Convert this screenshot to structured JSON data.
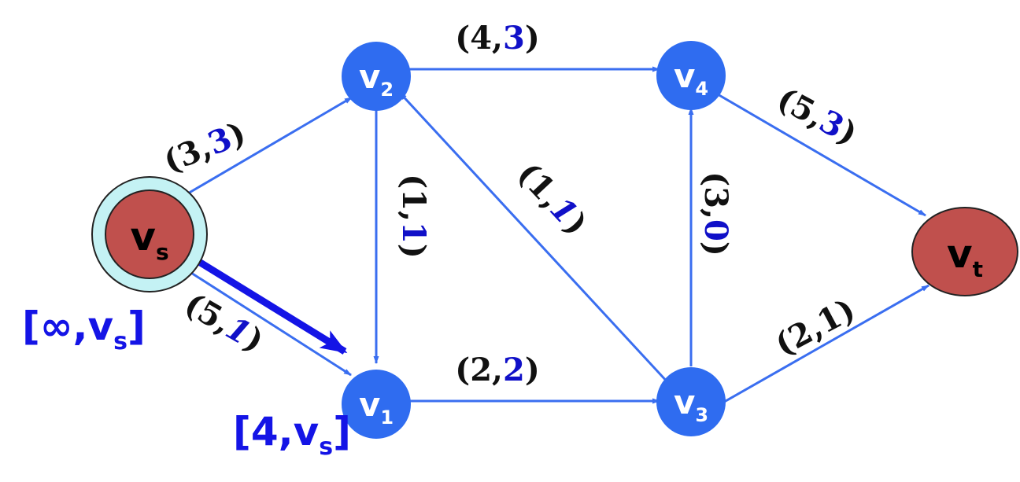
{
  "colors": {
    "edge": "#3a6ef0",
    "node_blue": "#2f6cf0",
    "node_red": "#c0504d",
    "ring": "#c4f2f4",
    "label_black": "#111111",
    "label_blue": "#1010c8",
    "augment_arrow": "#1414e6"
  },
  "nodes": {
    "vs": {
      "main": "v",
      "sub": "s"
    },
    "v1": {
      "main": "v",
      "sub": "1"
    },
    "v2": {
      "main": "v",
      "sub": "2"
    },
    "v3": {
      "main": "v",
      "sub": "3"
    },
    "v4": {
      "main": "v",
      "sub": "4"
    },
    "vt": {
      "main": "v",
      "sub": "t"
    }
  },
  "edges": {
    "vs_v2": {
      "open": "(",
      "cap": "3",
      "sep": ",",
      "flow": "3",
      "close": ")"
    },
    "vs_v1": {
      "open": "(",
      "cap": "5",
      "sep": ",",
      "flow": "1",
      "close": ")"
    },
    "v2_v4": {
      "open": "(",
      "cap": "4",
      "sep": ",",
      "flow": "3",
      "close": ")"
    },
    "v2_v1": {
      "open": "(",
      "cap": "1",
      "sep": ",",
      "flow": "1",
      "close": ")"
    },
    "v3_v2": {
      "open": "(",
      "cap": "1",
      "sep": ",",
      "flow": "1",
      "close": ")"
    },
    "v3_v4": {
      "open": "(",
      "cap": "3",
      "sep": ",",
      "flow": "0",
      "close": ")"
    },
    "v4_vt": {
      "open": "(",
      "cap": "5",
      "sep": ",",
      "flow": "3",
      "close": ")"
    },
    "v1_v3": {
      "open": "(",
      "cap": "2",
      "sep": ",",
      "flow": "2",
      "close": ")"
    },
    "v3_vt": {
      "open": "(",
      "cap": "2",
      "sep": ",",
      "flow": "1",
      "close": ")"
    }
  },
  "labels": {
    "vs": {
      "open": "[",
      "value": "∞",
      "sep": ",",
      "main": "v",
      "sub": "s",
      "close": "]"
    },
    "v1": {
      "open": "[",
      "value": "4",
      "sep": ",",
      "main": "v",
      "sub": "s",
      "close": "]"
    }
  }
}
